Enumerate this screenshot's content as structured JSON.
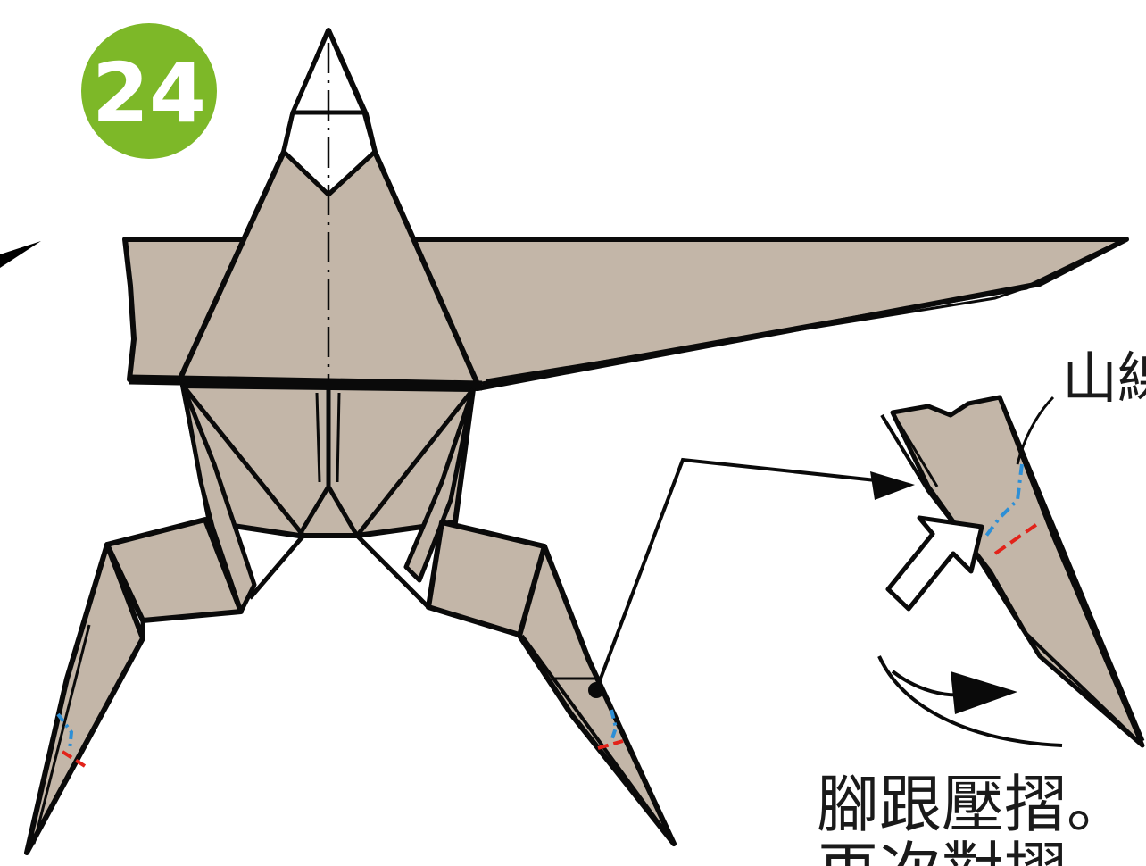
{
  "step": {
    "number": "24",
    "badge_color": "#7db828"
  },
  "labels": {
    "mountain_fold": "山線",
    "instruction": "腳跟壓摺。",
    "cut_line": "再次對摺"
  },
  "colors": {
    "paper": "#c3b6a8",
    "outline": "#0a0a0a",
    "mountain_line": "#2d8fd6",
    "valley_line": "#e2231a"
  },
  "icons": [
    "arrow-icon",
    "push-arrow-icon",
    "rotate-arrow-icon"
  ]
}
